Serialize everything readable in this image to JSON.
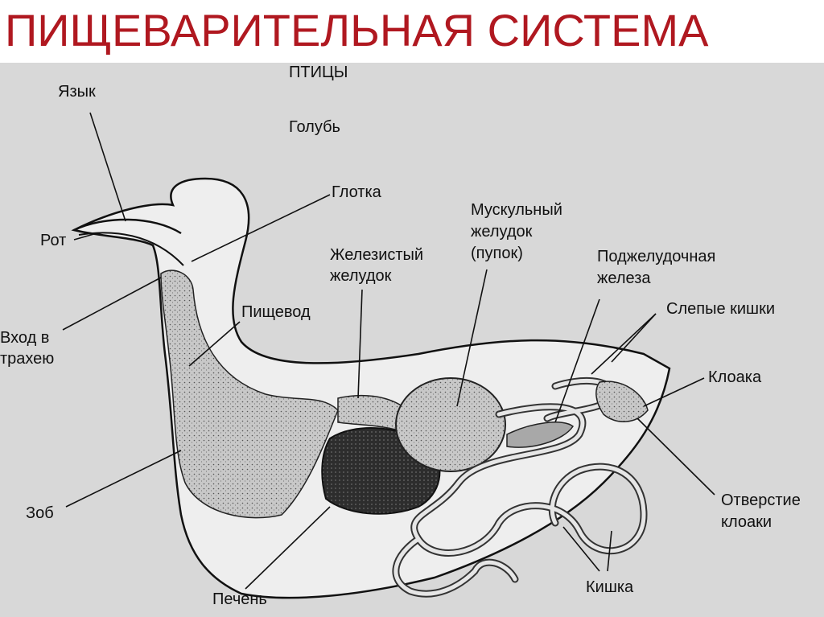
{
  "title": "ПИЩЕВАРИТЕЛЬНАЯ СИСТЕМА",
  "subtitle": {
    "line1": "ПТИЦЫ",
    "line2": "Голубь"
  },
  "labels": {
    "tongue": "Язык",
    "mouth": "Рот",
    "trachea_entry": [
      "Вход в",
      "трахею"
    ],
    "crop": "Зоб",
    "pharynx": "Глотка",
    "esophagus": "Пищевод",
    "glandular_stomach": [
      "Железистый",
      "желудок"
    ],
    "muscular_stomach": [
      "Мускульный",
      "желудок",
      "(пупок)"
    ],
    "pancreas": [
      "Поджелудочная",
      "железа"
    ],
    "caeca": "Слепые кишки",
    "cloaca": "Клоака",
    "cloaca_opening": [
      "Отверстие",
      "клоаки"
    ],
    "liver": "Печень",
    "intestine": "Кишка"
  },
  "colors": {
    "title": "#b01820",
    "background": "#d8d8d8",
    "body_fill": "#e9e9e9",
    "organ_fill": "#c4c4c4",
    "liver_fill": "#2a2a2a"
  }
}
